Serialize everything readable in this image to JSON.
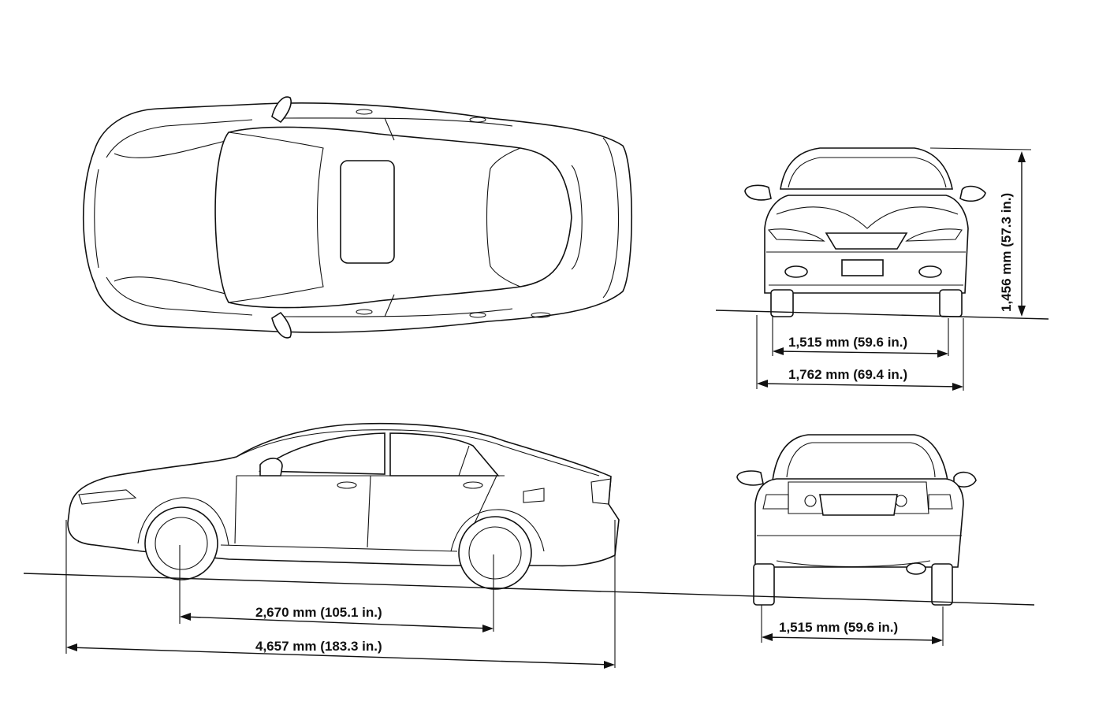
{
  "dimensions": {
    "front_track": "1,515 mm (59.6 in.)",
    "overall_width": "1,762 mm (69.4 in.)",
    "overall_height": "1,456 mm (57.3 in.)",
    "wheelbase": "2,670 mm (105.1 in.)",
    "overall_length": "4,657 mm (183.3 in.)",
    "rear_track": "1,515 mm (59.6 in.)"
  }
}
